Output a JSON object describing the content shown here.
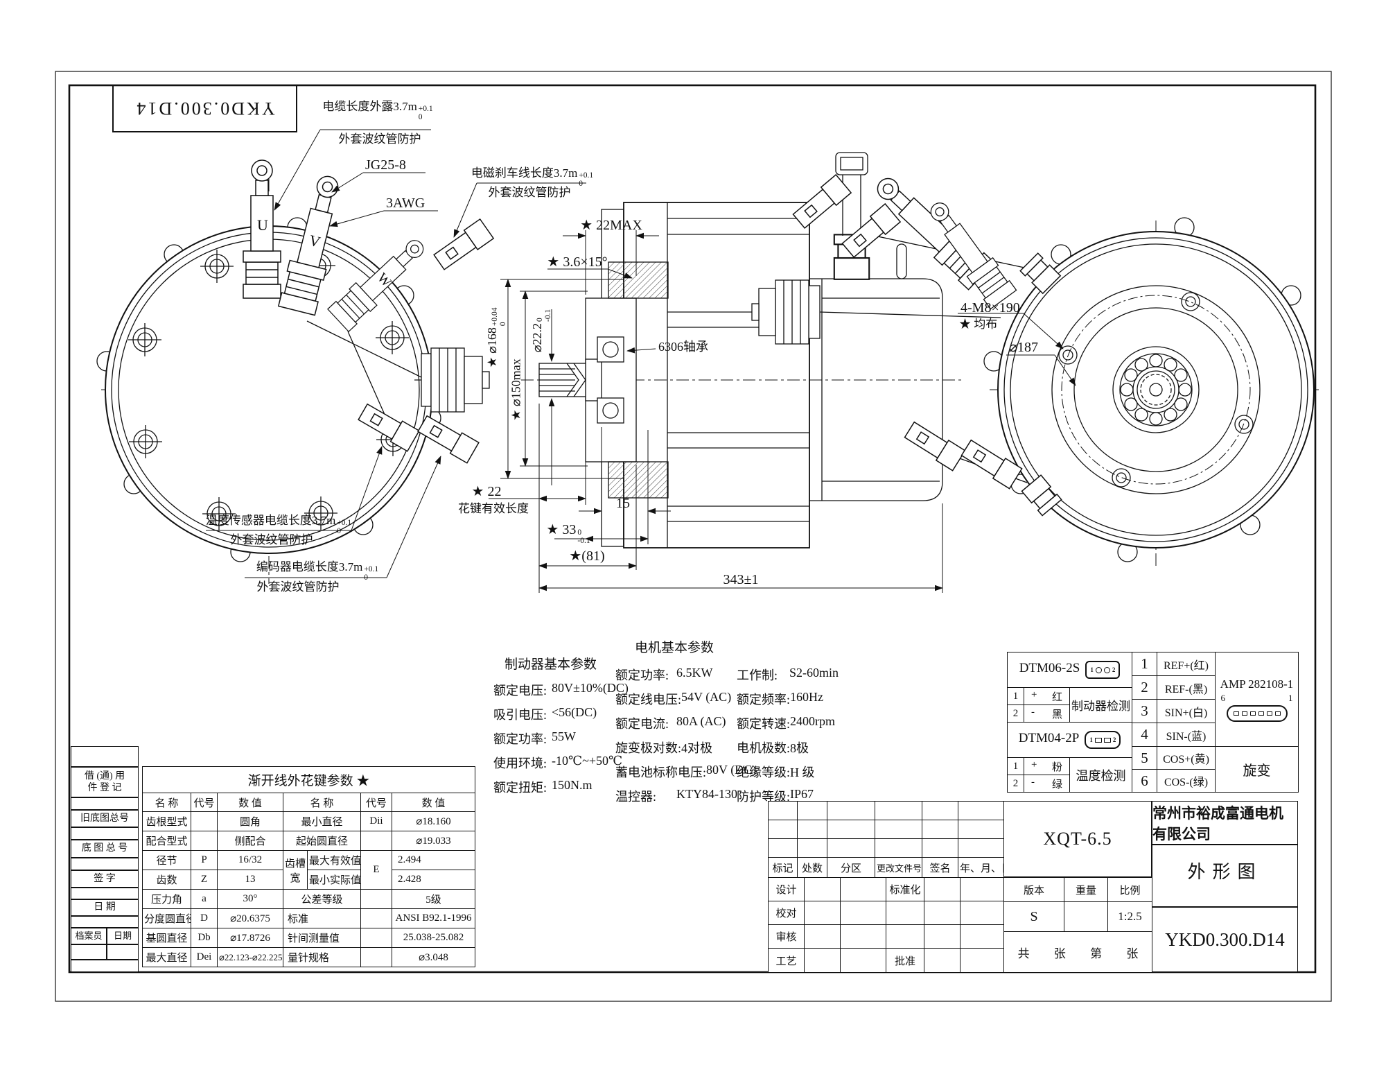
{
  "sheet": {
    "corner_code": "YKD0.300.D14"
  },
  "ann": {
    "cable_expose": {
      "t1": "电缆长度外露3.7m",
      "tp": "+0.1",
      "tb": "0",
      "t2": "外套波纹管防护"
    },
    "jg": "JG25-8",
    "awg": "3AWG",
    "brake": {
      "t1": "电磁刹车线长度3.7m",
      "tp": "+0.1",
      "tb": "0",
      "t2": "外套波纹管防护"
    },
    "temp": {
      "t1": "温度传感器电缆长度3.7m",
      "tp": "+0.1",
      "tb": "0",
      "t2": "外套波纹管防护"
    },
    "enc": {
      "t1": "编码器电缆长度3.7m",
      "tp": "+0.1",
      "tb": "0",
      "t2": "外套波纹管防护"
    },
    "d22max": "★ 22MAX",
    "chamfer": "★ 3.6×15°",
    "d168": {
      "t": "★ ⌀168",
      "tp": "+0.04",
      "tb": "0"
    },
    "d150": "★ ⌀150max",
    "d22": {
      "t": "⌀22.2",
      "tp": "0",
      "tb": "-0.1"
    },
    "bearing": "6306轴承",
    "bolts1": "4-M8×190",
    "bolts2": "★ 均布",
    "d187": "⌀187",
    "sp22": "★ 22",
    "sp22b": "花键有效长度",
    "d15": "15",
    "d33": {
      "t": "★ 33",
      "tp": "0",
      "tb": "-0.1"
    },
    "d81": "★(81)",
    "d343": "343±1",
    "u": "U",
    "v": "V",
    "w": "W"
  },
  "brake_params": {
    "title": "制动器基本参数",
    "rows": [
      {
        "label": "额定电压:",
        "value": "80V±10%(DC)"
      },
      {
        "label": "吸引电压:",
        "value": "<56(DC)"
      },
      {
        "label": "额定功率:",
        "value": "55W"
      },
      {
        "label": "使用环境:",
        "value": "-10℃~+50℃"
      },
      {
        "label": "额定扭矩:",
        "value": "150N.m"
      }
    ]
  },
  "motor_params": {
    "title": "电机基本参数",
    "left": [
      {
        "label": "额定功率:",
        "value": "6.5KW"
      },
      {
        "label": "额定线电压:",
        "value": "54V (AC)"
      },
      {
        "label": "额定电流:",
        "value": "80A (AC)"
      },
      {
        "label": "旋变极对数:",
        "value": "4对极"
      },
      {
        "label": "蓄电池标称电压:",
        "value": "80V (DC)"
      },
      {
        "label": "温控器:",
        "value": "KTY84-130"
      }
    ],
    "right": [
      {
        "label": "工作制:",
        "value": "S2-60min"
      },
      {
        "label": "额定频率:",
        "value": "160Hz"
      },
      {
        "label": "额定转速:",
        "value": "2400rpm"
      },
      {
        "label": "电机极数:",
        "value": "8极"
      },
      {
        "label": "绝缘等级:",
        "value": "H 级"
      },
      {
        "label": "防护等级:",
        "value": "IP67"
      }
    ]
  },
  "spline": {
    "title": "渐开线外花键参数 ★",
    "hn": "名  称",
    "hc": "代号",
    "hv": "数  值",
    "l": [
      {
        "n": "齿根型式",
        "c": "",
        "v": "圆角"
      },
      {
        "n": "配合型式",
        "c": "",
        "v": "侧配合"
      },
      {
        "n": "径节",
        "c": "P",
        "v": "16/32"
      },
      {
        "n": "齿数",
        "c": "Z",
        "v": "13"
      },
      {
        "n": "压力角",
        "c": "a",
        "v": "30°"
      },
      {
        "n": "分度圆直径",
        "c": "D",
        "v": "⌀20.6375"
      },
      {
        "n": "基圆直径",
        "c": "Db",
        "v": "⌀17.8726"
      },
      {
        "n": "最大直径",
        "c": "Dei",
        "v": "⌀22.123-⌀22.225"
      }
    ],
    "r1": {
      "n": "最小直径",
      "c": "Dii",
      "v": "⌀18.160"
    },
    "r2": {
      "n": "起始圆直径",
      "c": "",
      "v": "⌀19.033"
    },
    "slot": {
      "n": "齿槽宽",
      "s1": "最大有效值",
      "s2": "最小实际值",
      "c": "E",
      "v1": "2.494",
      "v2": "2.428"
    },
    "r5": {
      "n": "公差等级",
      "c": "",
      "v": "5级"
    },
    "r6": {
      "n": "标准",
      "c": "",
      "v": "ANSI B92.1-1996"
    },
    "r7": {
      "n": "针间测量值",
      "c": "",
      "v": "25.038-25.082"
    },
    "r8": {
      "n": "量针规格",
      "c": "",
      "v": "⌀3.048"
    }
  },
  "strip": {
    "borrow1": "借 (通) 用",
    "borrow2": "件 登 记",
    "old": "旧底图总号",
    "base": "底 图 总 号",
    "sign": "签  字",
    "date": "日  期",
    "arch": "档案员",
    "arch_date": "日期"
  },
  "conn": {
    "dtm06": "DTM06-2S",
    "dtm04": "DTM04-2P",
    "i1a": "1",
    "i1b": "2",
    "i2a": "1",
    "i2b": "2",
    "b1": {
      "pin": "1",
      "sign": "+",
      "color": "红"
    },
    "b2": {
      "pin": "2",
      "sign": "-",
      "color": "黑"
    },
    "bfunc": "制动器检测",
    "t1": {
      "pin": "1",
      "sign": "+",
      "color": "粉"
    },
    "t2": {
      "pin": "2",
      "sign": "-",
      "color": "绿"
    },
    "tfunc": "温度检测",
    "pins": [
      {
        "no": "1",
        "label": "REF+(红)"
      },
      {
        "no": "2",
        "label": "REF-(黑)"
      },
      {
        "no": "3",
        "label": "SIN+(白)"
      },
      {
        "no": "4",
        "label": "SIN-(蓝)"
      },
      {
        "no": "5",
        "label": "COS+(黄)"
      },
      {
        "no": "6",
        "label": "COS-(绿)"
      }
    ],
    "amp": "AMP 282108-1",
    "amp6": "6",
    "amp1": "1",
    "resolver": "旋变"
  },
  "tb": {
    "rev": [
      "标记",
      "处数",
      "分区",
      "更改文件号",
      "签名",
      "年、月、日"
    ],
    "sig": [
      {
        "l": "设计",
        "r": "标准化"
      },
      {
        "l": "校对",
        "r": ""
      },
      {
        "l": "审核",
        "r": ""
      },
      {
        "l": "工艺",
        "r": "批准"
      }
    ],
    "model": "XQT-6.5",
    "ver_l": "版本",
    "wt_l": "重量",
    "sc_l": "比例",
    "ver_v": "S",
    "sc_v": "1:2.5",
    "sh1": "共",
    "sh2": "张",
    "sh3": "第",
    "sh4": "张",
    "company": "常州市裕成富通电机有限公司",
    "doc": "外形图",
    "dno": "YKD0.300.D14"
  }
}
